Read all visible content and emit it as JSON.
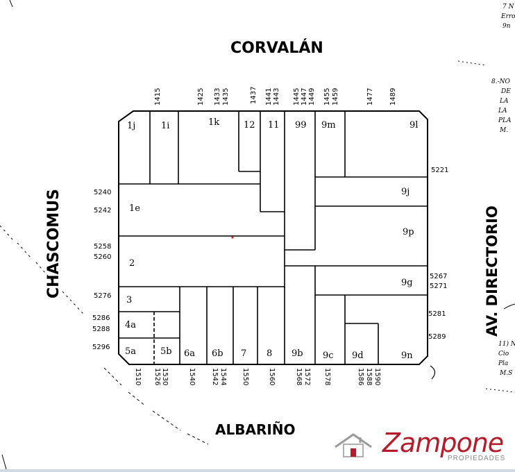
{
  "streets": {
    "top": "CORVALÁN",
    "left": "CHASCOMUS",
    "right": "AV. DIRECTORIO",
    "bottom": "ALBARIÑO"
  },
  "top_numbers": [
    "1415",
    "1425",
    "1433",
    "1435",
    "1437",
    "1441",
    "1443",
    "1445",
    "1447",
    "1449",
    "1455",
    "1459",
    "1477",
    "1489"
  ],
  "left_numbers": [
    "5240",
    "5242",
    "5258",
    "5260",
    "5276",
    "5286",
    "5288",
    "5296"
  ],
  "right_numbers": [
    "5221",
    "5267",
    "5271",
    "5281",
    "5289"
  ],
  "bottom_numbers": [
    "1510",
    "1526",
    "1530",
    "1540",
    "1542",
    "1544",
    "1550",
    "1560",
    "1568",
    "1572",
    "1578",
    "1586",
    "1588",
    "1590"
  ],
  "lots": {
    "l1j": "1j",
    "l1i": "1i",
    "l1k": "1k",
    "l12": "12",
    "l11": "11",
    "l99": "99",
    "l9m": "9m",
    "l9l": "9l",
    "l9j": "9j",
    "l9p": "9p",
    "l9g": "9g",
    "l1e": "1e",
    "l2": "2",
    "l3": "3",
    "l4a": "4a",
    "l5a": "5a",
    "l5b": "5b",
    "l6a": "6a",
    "l6b": "6b",
    "l7": "7",
    "l8": "8",
    "l9b": "9b",
    "l9c": "9c",
    "l9d": "9d",
    "l9n": "9n"
  },
  "notes": [
    "7 N",
    "Erro",
    "9n",
    "8.-NO",
    "DE",
    "LA",
    "LA",
    "PLA",
    "M.",
    "11) N",
    "Cio",
    "Pla",
    "M.S"
  ],
  "logo": {
    "name": "Zampone",
    "tagline": "PROPIEDADES",
    "color": "#b31c2a"
  }
}
